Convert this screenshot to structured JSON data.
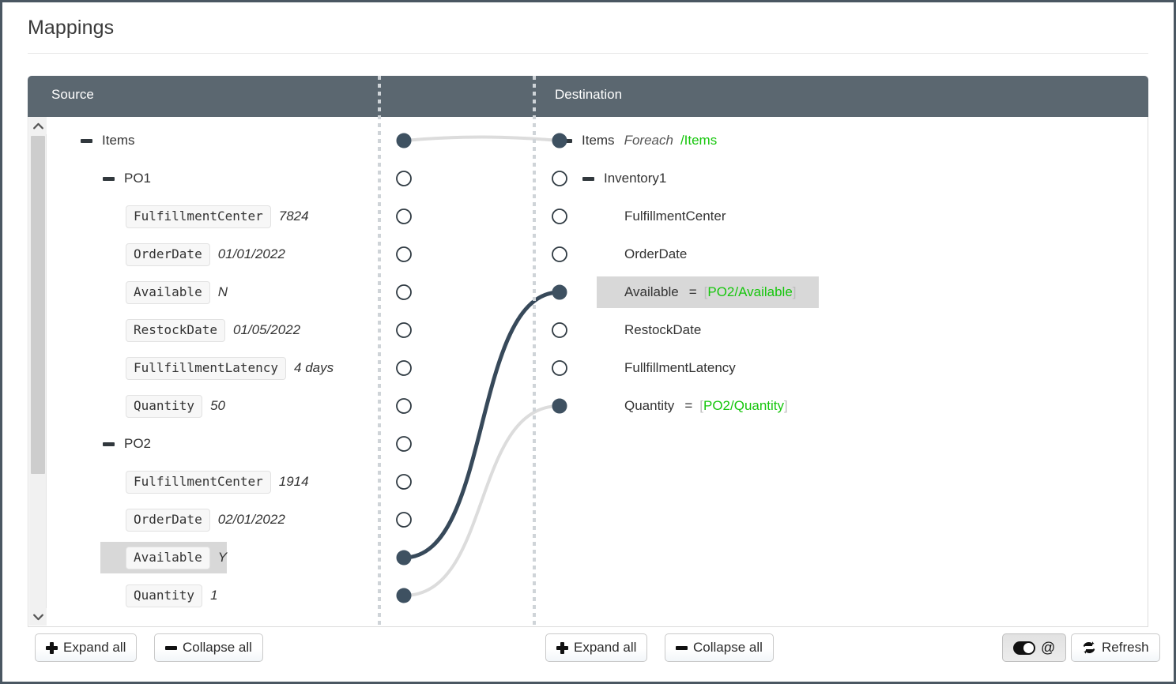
{
  "page": {
    "title": "Mappings"
  },
  "header": {
    "source_label": "Source",
    "destination_label": "Destination"
  },
  "colors": {
    "header_bg": "#5b6770",
    "expression_green": "#16c60c",
    "node_filled": "#3e5161",
    "link_active": "#37495a",
    "link_inactive": "#dcdcdc",
    "row_highlight": "#d8d8d8"
  },
  "source_tree": {
    "rows": [
      {
        "type": "node",
        "name": "Items",
        "depth": 0,
        "expanded": true,
        "connected": true,
        "highlighted": false
      },
      {
        "type": "node",
        "name": "PO1",
        "depth": 1,
        "expanded": true,
        "connected": false,
        "highlighted": false
      },
      {
        "type": "field",
        "name": "FulfillmentCenter",
        "depth": 2,
        "value": "7824",
        "connected": false,
        "highlighted": false
      },
      {
        "type": "field",
        "name": "OrderDate",
        "depth": 2,
        "value": "01/01/2022",
        "connected": false,
        "highlighted": false
      },
      {
        "type": "field",
        "name": "Available",
        "depth": 2,
        "value": "N",
        "connected": false,
        "highlighted": false
      },
      {
        "type": "field",
        "name": "RestockDate",
        "depth": 2,
        "value": "01/05/2022",
        "connected": false,
        "highlighted": false
      },
      {
        "type": "field",
        "name": "FullfillmentLatency",
        "depth": 2,
        "value": "4 days",
        "connected": false,
        "highlighted": false
      },
      {
        "type": "field",
        "name": "Quantity",
        "depth": 2,
        "value": "50",
        "connected": false,
        "highlighted": false
      },
      {
        "type": "node",
        "name": "PO2",
        "depth": 1,
        "expanded": true,
        "connected": false,
        "highlighted": false
      },
      {
        "type": "field",
        "name": "FulfillmentCenter",
        "depth": 2,
        "value": "1914",
        "connected": false,
        "highlighted": false
      },
      {
        "type": "field",
        "name": "OrderDate",
        "depth": 2,
        "value": "02/01/2022",
        "connected": false,
        "highlighted": false
      },
      {
        "type": "field",
        "name": "Available",
        "depth": 2,
        "value": "Y",
        "connected": true,
        "highlighted": true
      },
      {
        "type": "field",
        "name": "Quantity",
        "depth": 2,
        "value": "1",
        "connected": true,
        "highlighted": false
      }
    ],
    "scrollbar": {
      "up_arrow": "chevron-up-icon",
      "down_arrow": "chevron-down-icon"
    }
  },
  "destination_tree": {
    "rows": [
      {
        "type": "node",
        "name": "Items",
        "depth": 0,
        "expanded": true,
        "annotation": "Foreach",
        "path": "/Items",
        "connected": true,
        "highlighted": false
      },
      {
        "type": "node",
        "name": "Inventory1",
        "depth": 1,
        "expanded": true,
        "connected": false,
        "highlighted": false
      },
      {
        "type": "field",
        "name": "FulfillmentCenter",
        "depth": 2,
        "connected": false,
        "highlighted": false
      },
      {
        "type": "field",
        "name": "OrderDate",
        "depth": 2,
        "connected": false,
        "highlighted": false
      },
      {
        "type": "field",
        "name": "Available",
        "depth": 2,
        "expression": "PO2/Available",
        "connected": true,
        "highlighted": true
      },
      {
        "type": "field",
        "name": "RestockDate",
        "depth": 2,
        "connected": false,
        "highlighted": false
      },
      {
        "type": "field",
        "name": "FullfillmentLatency",
        "depth": 2,
        "connected": false,
        "highlighted": false
      },
      {
        "type": "field",
        "name": "Quantity",
        "depth": 2,
        "expression": "PO2/Quantity",
        "connected": true,
        "highlighted": false
      }
    ]
  },
  "links": [
    {
      "from_row": 0,
      "to_row": 0,
      "active": false
    },
    {
      "from_row": 11,
      "to_row": 4,
      "active": true
    },
    {
      "from_row": 12,
      "to_row": 7,
      "active": false
    }
  ],
  "toolbar": {
    "source_expand_all": "Expand all",
    "source_collapse_all": "Collapse all",
    "dest_expand_all": "Expand all",
    "dest_collapse_all": "Collapse all",
    "toggle_at_symbol": "@",
    "refresh_label": "Refresh"
  }
}
